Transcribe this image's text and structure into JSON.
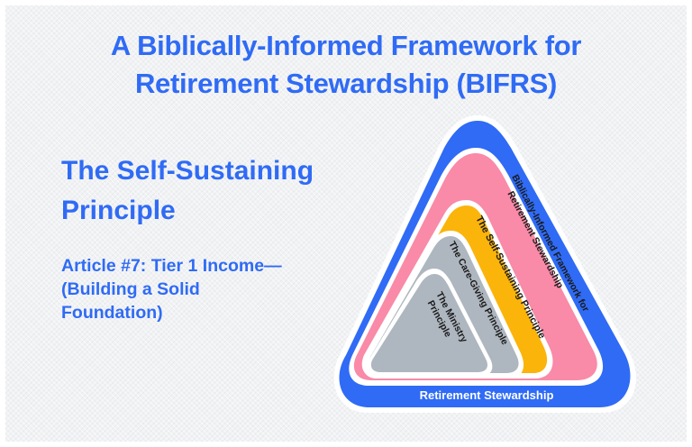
{
  "header": {
    "title_line1": "A Biblically-Informed Framework for",
    "title_line2": "Retirement Stewardship (BIFRS)"
  },
  "left_panel": {
    "subtitle_line1": "The Self-Sustaining",
    "subtitle_line2": "Principle",
    "article_line1": "Article #7: Tier 1 Income—",
    "article_line2": "(Building a Solid",
    "article_line3": "Foundation)"
  },
  "diagram": {
    "layers": [
      {
        "id": "outer",
        "label": "Retirement Stewardship",
        "color": "#2f6bf5",
        "text_color": "#ffffff"
      },
      {
        "id": "framework",
        "label_line1": "Biblically-Informed Framework for",
        "label_line2": "Retirement Stewardship",
        "color": "#f98aa8",
        "text_color": "#1a1a1a"
      },
      {
        "id": "self-sustaining",
        "label": "The Self-Sustaining Principle",
        "color": "#fbb40a",
        "text_color": "#1a1a1a"
      },
      {
        "id": "care-giving",
        "label": "The Care-Giving Principle",
        "color": "#aeb6bf",
        "text_color": "#1a1a1a"
      },
      {
        "id": "ministry",
        "label_line1": "The Ministry",
        "label_line2": "Principle",
        "color": "#aeb6bf",
        "text_color": "#1a1a1a"
      }
    ]
  },
  "colors": {
    "accent_blue": "#2f6bf5",
    "pink": "#f98aa8",
    "gold": "#fbb40a",
    "gray": "#aeb6bf",
    "background": "#f1f2f4"
  }
}
